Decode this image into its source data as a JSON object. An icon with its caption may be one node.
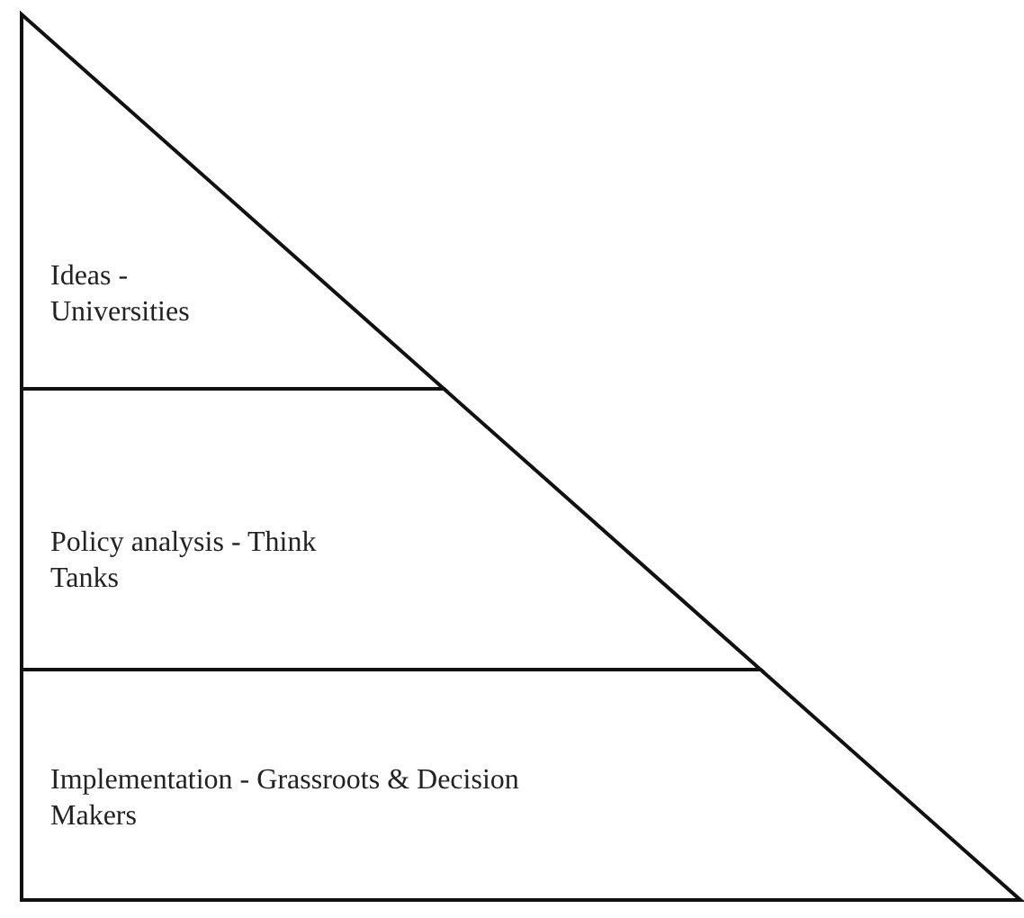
{
  "diagram": {
    "nodes": [
      {
        "text": [
          "Ideas - Universities"
        ]
      },
      {
        "text": [
          "Policy analysis - Think Tanks"
        ]
      },
      {
        "text": [
          "Implementation - Grassroots & Decision Makers"
        ]
      }
    ],
    "edges": []
  }
}
